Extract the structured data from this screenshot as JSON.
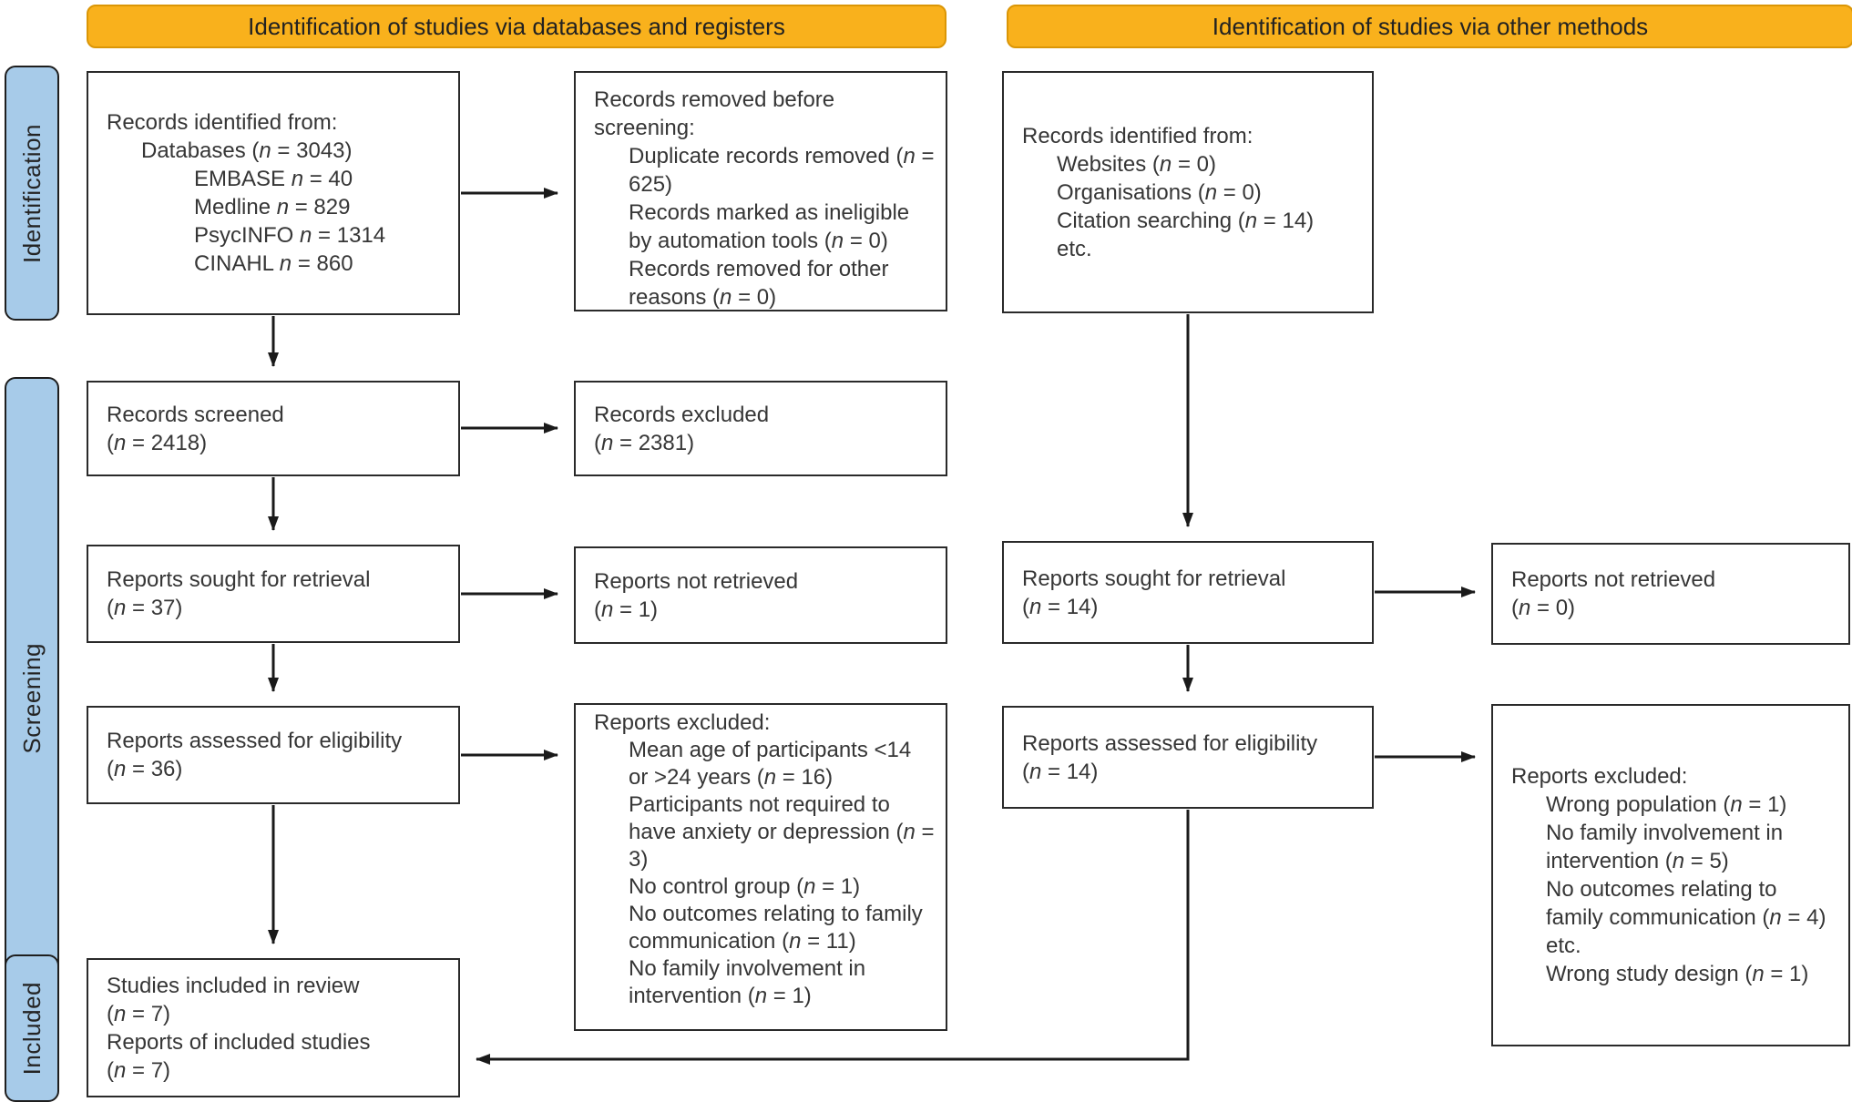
{
  "colors": {
    "header_bg": "#F9B11C",
    "header_border": "#DB9606",
    "stage_bg": "#A7CBE9",
    "box_border": "#2A2A2A",
    "arrow": "#1A1A1A"
  },
  "headers": {
    "databases": "Identification of studies via databases and registers",
    "other": "Identification of studies via other methods"
  },
  "stages": {
    "identification": "Identification",
    "screening": "Screening",
    "included": "Included"
  },
  "boxes": {
    "db_identified": {
      "lines": [
        {
          "text": "Records identified from:",
          "indent": 0
        },
        {
          "text": "Databases (n = 3043)",
          "indent": 1
        },
        {
          "text": "EMBASE n = 40",
          "indent": 2
        },
        {
          "text": "Medline n = 829",
          "indent": 2
        },
        {
          "text": "PsycINFO n = 1314",
          "indent": 2
        },
        {
          "text": "CINAHL n = 860",
          "indent": 2
        }
      ]
    },
    "removed_before": {
      "lines": [
        {
          "text": "Records removed before screening:",
          "indent": 0
        },
        {
          "text": "Duplicate records removed (n = 625)",
          "indent": 1
        },
        {
          "text": "Records marked as ineligible by automation tools (n = 0)",
          "indent": 1
        },
        {
          "text": "Records removed for other reasons (n = 0)",
          "indent": 1
        }
      ]
    },
    "other_identified": {
      "lines": [
        {
          "text": "Records identified from:",
          "indent": 0
        },
        {
          "text": "Websites (n = 0)",
          "indent": 1
        },
        {
          "text": "Organisations (n = 0)",
          "indent": 1
        },
        {
          "text": "Citation searching (n = 14)",
          "indent": 1
        },
        {
          "text": "etc.",
          "indent": 1
        }
      ]
    },
    "records_screened": {
      "lines": [
        {
          "text": "Records screened",
          "indent": 0
        },
        {
          "text": "(n = 2418)",
          "indent": 0
        }
      ]
    },
    "records_excluded": {
      "lines": [
        {
          "text": "Records excluded",
          "indent": 0
        },
        {
          "text": "(n = 2381)",
          "indent": 0
        }
      ]
    },
    "reports_sought_db": {
      "lines": [
        {
          "text": "Reports sought for retrieval",
          "indent": 0
        },
        {
          "text": "(n = 37)",
          "indent": 0
        }
      ]
    },
    "reports_not_retrieved_db": {
      "lines": [
        {
          "text": "Reports not retrieved",
          "indent": 0
        },
        {
          "text": "(n = 1)",
          "indent": 0
        }
      ]
    },
    "reports_assessed_db": {
      "lines": [
        {
          "text": "Reports assessed for eligibility",
          "indent": 0
        },
        {
          "text": "(n = 36)",
          "indent": 0
        }
      ]
    },
    "reports_excluded_db": {
      "lines": [
        {
          "text": "Reports excluded:",
          "indent": 0
        },
        {
          "text": "Mean age of participants <14 or >24 years (n = 16)",
          "indent": 1
        },
        {
          "text": "Participants not required to have anxiety or depression (n = 3)",
          "indent": 1
        },
        {
          "text": "No control group (n = 1)",
          "indent": 1
        },
        {
          "text": "No outcomes relating to family communication (n = 11)",
          "indent": 1
        },
        {
          "text": "No family involvement in intervention (n = 1)",
          "indent": 1
        }
      ]
    },
    "included_review": {
      "lines": [
        {
          "text": "Studies included in review",
          "indent": 0
        },
        {
          "text": "(n = 7)",
          "indent": 0
        },
        {
          "text": "Reports of included studies",
          "indent": 0
        },
        {
          "text": "(n = 7)",
          "indent": 0
        }
      ]
    },
    "reports_sought_other": {
      "lines": [
        {
          "text": "Reports sought for retrieval",
          "indent": 0
        },
        {
          "text": "(n = 14)",
          "indent": 0
        }
      ]
    },
    "reports_not_retrieved_other": {
      "lines": [
        {
          "text": "Reports not retrieved",
          "indent": 0
        },
        {
          "text": "(n = 0)",
          "indent": 0
        }
      ]
    },
    "reports_assessed_other": {
      "lines": [
        {
          "text": "Reports assessed for eligibility",
          "indent": 0
        },
        {
          "text": "(n = 14)",
          "indent": 0
        }
      ]
    },
    "reports_excluded_other": {
      "lines": [
        {
          "text": "Reports excluded:",
          "indent": 0
        },
        {
          "text": "Wrong population (n = 1)",
          "indent": 1
        },
        {
          "text": "No family involvement in intervention (n = 5)",
          "indent": 1
        },
        {
          "text": "No outcomes relating to family communication (n = 4)",
          "indent": 1
        },
        {
          "text": "etc.",
          "indent": 1
        },
        {
          "text": "Wrong study design (n = 1)",
          "indent": 1
        }
      ]
    }
  }
}
